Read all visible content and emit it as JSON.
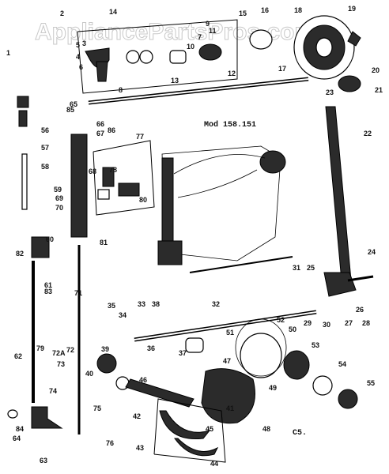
{
  "watermark": "AppliancePartsPros.com",
  "model_label": "Mod 158.151",
  "code_label": "C5.",
  "callouts": {
    "c1": "1",
    "c2": "2",
    "c3": "3",
    "c4": "4",
    "c5": "5",
    "c6": "6",
    "c7": "7",
    "c8": "8",
    "c9": "9",
    "c10": "10",
    "c11": "11",
    "c12": "12",
    "c13": "13",
    "c14": "14",
    "c15": "15",
    "c16": "16",
    "c17": "17",
    "c18": "18",
    "c19": "19",
    "c20": "20",
    "c21": "21",
    "c22": "22",
    "c23": "23",
    "c24": "24",
    "c25": "25",
    "c26": "26",
    "c27": "27",
    "c28": "28",
    "c29": "29",
    "c30": "30",
    "c31": "31",
    "c32": "32",
    "c33": "33",
    "c34": "34",
    "c35": "35",
    "c36": "36",
    "c37": "37",
    "c38": "38",
    "c39": "39",
    "c40": "40",
    "c41": "41",
    "c42": "42",
    "c43": "43",
    "c44": "44",
    "c45": "45",
    "c46": "46",
    "c47": "47",
    "c48": "48",
    "c49": "49",
    "c50": "50",
    "c51": "51",
    "c52": "52",
    "c53": "53",
    "c54": "54",
    "c55": "55",
    "c56": "56",
    "c57": "57",
    "c58": "58",
    "c59": "59",
    "c60": "60",
    "c61": "61",
    "c62": "62",
    "c63": "63",
    "c64": "64",
    "c65": "65",
    "c66": "66",
    "c67": "67",
    "c68": "68",
    "c69": "69",
    "c70": "70",
    "c71": "71",
    "c72": "72",
    "c72a": "72A",
    "c73": "73",
    "c74": "74",
    "c75": "75",
    "c76": "76",
    "c77": "77",
    "c78": "78",
    "c79": "79",
    "c80": "80",
    "c81": "81",
    "c82": "82",
    "c83": "83",
    "c84": "84",
    "c85": "85",
    "c86": "86"
  }
}
